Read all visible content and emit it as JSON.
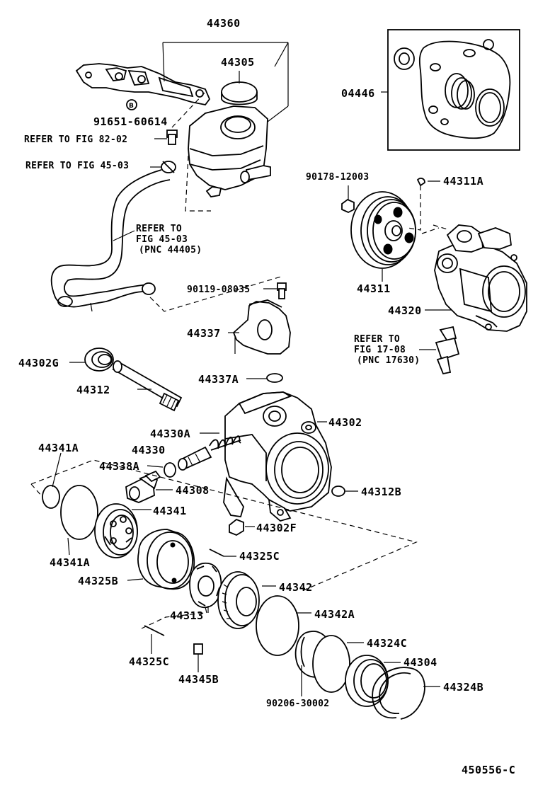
{
  "labels": {
    "p44360": "44360",
    "p44305": "44305",
    "p04446": "04446",
    "p91651": "91651-60614",
    "ref8202": "REFER TO FIG 82-02",
    "ref4503": "REFER TO FIG 45-03",
    "p90178": "90178-12003",
    "p44311A": "44311A",
    "ref4503b_1": "REFER TO",
    "ref4503b_2": "FIG 45-03",
    "ref4503b_3": "(PNC 44405)",
    "p90119": "90119-08035",
    "p44311": "44311",
    "p44320": "44320",
    "p44337": "44337",
    "ref1708_1": "REFER TO",
    "ref1708_2": "FIG 17-08",
    "ref1708_3": "(PNC 17630)",
    "p44302G": "44302G",
    "p44312": "44312",
    "p44337A": "44337A",
    "p44302": "44302",
    "p44330A": "44330A",
    "p44341A_top": "44341A",
    "p44330": "44330",
    "p44338A": "44338A",
    "p44308": "44308",
    "p44312B": "44312B",
    "p44341": "44341",
    "p44302F": "44302F",
    "p44341A_bot": "44341A",
    "p44325C_top": "44325C",
    "p44325B": "44325B",
    "p44342": "44342",
    "p44313": "44313",
    "p44342A": "44342A",
    "p44324C": "44324C",
    "p44325C_bot": "44325C",
    "p44304": "44304",
    "p44345B": "44345B",
    "p44324B": "44324B",
    "p90206": "90206-30002",
    "figure_id": "450556-C"
  },
  "icons": {
    "clip_marker": "B"
  }
}
